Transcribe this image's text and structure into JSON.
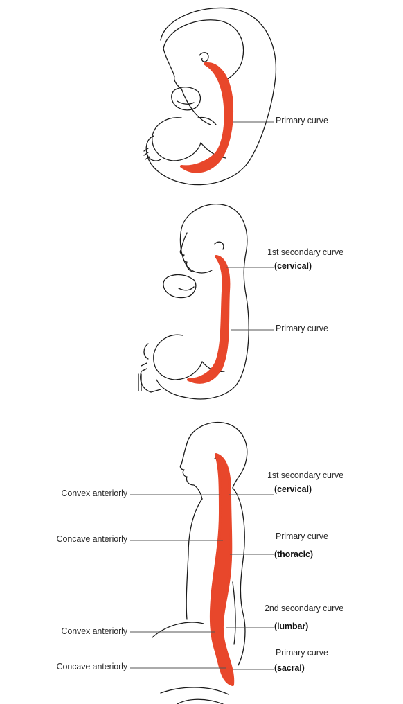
{
  "diagram": {
    "stage1": {
      "label_primary": "Primary curve"
    },
    "stage2": {
      "label_secondary": "1st secondary curve",
      "label_secondary_region": "(cervical)",
      "label_primary": "Primary curve"
    },
    "stage3": {
      "right": {
        "secondary1": "1st secondary curve",
        "secondary1_region": "(cervical)",
        "primary1": "Primary curve",
        "primary1_region": "(thoracic)",
        "secondary2": "2nd secondary curve",
        "secondary2_region": "(lumbar)",
        "primary2": "Primary curve",
        "primary2_region": "(sacral)"
      },
      "left": {
        "convex1": "Convex anteriorly",
        "concave1": "Concave anteriorly",
        "convex2": "Convex anteriorly",
        "concave2": "Concave anteriorly"
      }
    },
    "colors": {
      "spine": "#e8472b",
      "outline": "#1a1a1a",
      "leader": "#555555"
    }
  }
}
